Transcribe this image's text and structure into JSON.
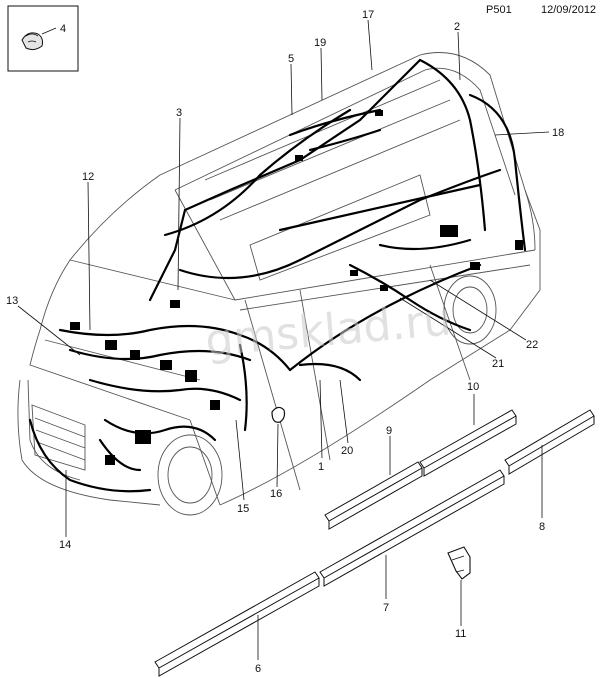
{
  "header": {
    "page_code": "P501",
    "date": "12/09/2012"
  },
  "watermark": "gmsklad.ru",
  "callouts": [
    "1",
    "2",
    "3",
    "4",
    "5",
    "6",
    "7",
    "8",
    "9",
    "10",
    "11",
    "12",
    "13",
    "14",
    "15",
    "16",
    "17",
    "18",
    "19",
    "20",
    "21",
    "22"
  ],
  "colors": {
    "line": "#111111",
    "van_outline": "#555555",
    "harness": "#000000",
    "watermark": "#c8c8c8"
  }
}
